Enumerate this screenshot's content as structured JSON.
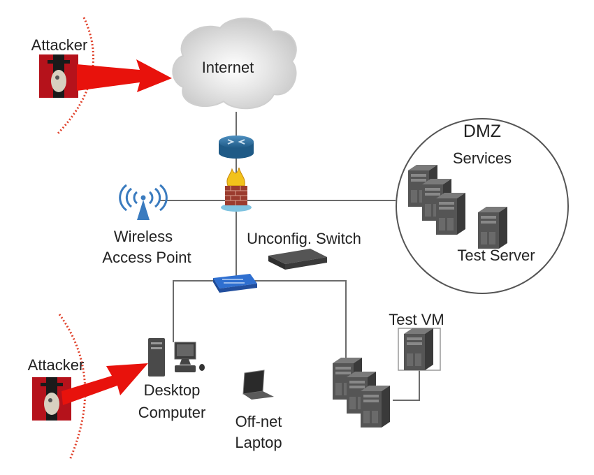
{
  "labels": {
    "attacker_top": "Attacker",
    "internet": "Internet",
    "dmz_line1": "DMZ",
    "dmz_line2": "Services",
    "wireless_line1": "Wireless",
    "wireless_line2": "Access Point",
    "unconfig_switch": "Unconfig. Switch",
    "test_server": "Test Server",
    "test_vm": "Test VM",
    "attacker_bottom": "Attacker",
    "desktop_line1": "Desktop",
    "desktop_line2": "Computer",
    "laptop_line1": "Off-net",
    "laptop_line2": "Laptop"
  },
  "colors": {
    "attack_arrow": "#e8120c",
    "perimeter": "#e0402a",
    "link": "#6b6b6b",
    "router": "#2d6f9c",
    "switch": "#2f6fd0",
    "server": "#4a4a4a"
  }
}
